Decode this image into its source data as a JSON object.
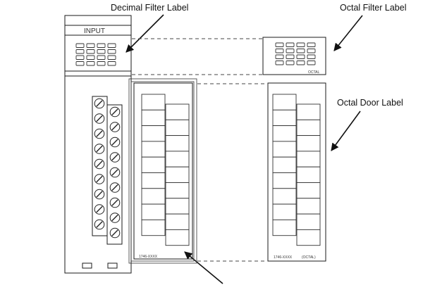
{
  "callouts": {
    "decimal_filter_label": "Decimal Filter Label",
    "octal_filter_label": "Octal Filter Label",
    "octal_door_label": "Octal Door Label"
  },
  "module": {
    "input_label": "INPUT"
  },
  "decimal_door_label": {
    "part_number": "1746-XXXX"
  },
  "octal_door_label": {
    "part_number": "1746-XXXX",
    "suffix": "(OCTAL)"
  },
  "octal_filter": {
    "suffix": "OCTAL"
  }
}
